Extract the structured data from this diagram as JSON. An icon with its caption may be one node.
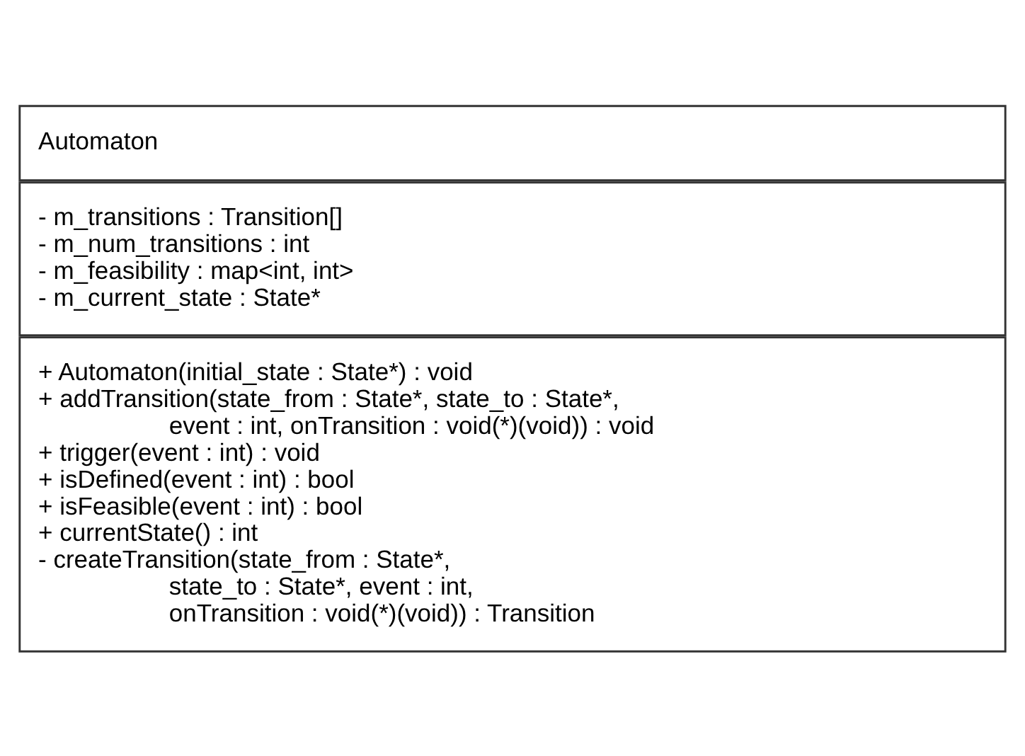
{
  "diagram": {
    "nodes": [
      {
        "text": [
          "Automaton"
        ]
      },
      {
        "text": [
          "- m_transitions : Transition[]",
          "- m_num_transitions : int",
          "- m_feasibility : map<int, int>",
          "- m_current_state : State*"
        ]
      },
      {
        "text": [
          "+ Automaton(initial_state : State*) : void",
          "+ addTransition(state_from : State*, state_to : State*, event : int, onTransition : void(*)(void)) : void",
          "+ trigger(event : int) : void",
          "+ isDefined(event : int) : bool",
          "+ isFeasible(event : int) : bool",
          "+ currentState() : int",
          "- createTransition(state_from : State*, state_to : State*, event : int, onTransition : void(*)(void)) : Transition"
        ]
      }
    ]
  }
}
